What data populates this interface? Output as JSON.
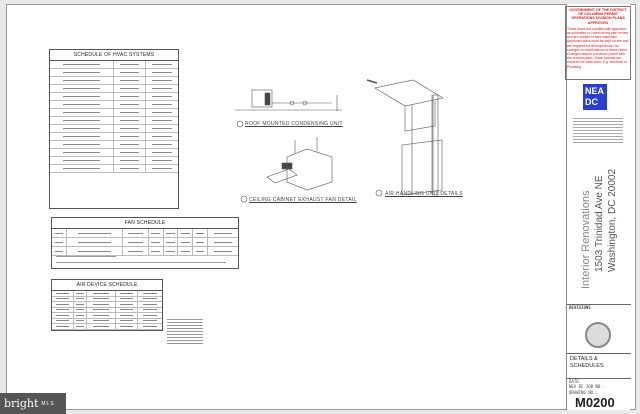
{
  "hvac_schedule": {
    "title": "SCHEDULE OF HVAC SYSTEMS",
    "rows": 14,
    "cols": 3
  },
  "fan_schedule": {
    "title": "FAN SCHEDULE",
    "rows": 2,
    "cols": 8
  },
  "air_device_schedule": {
    "title": "AIR DEVICE SCHEDULE",
    "rows": 6,
    "cols": 5
  },
  "details": {
    "condensing": "ROOF MOUNTED CONDENSING UNIT",
    "exhaust": "CEILING CABINET EXHAUST FAN DETAIL",
    "ahu": "AIR HANDLING UNIT DETAILS"
  },
  "title_block": {
    "approval_header": "GOVERNMENT OF THE DISTRICT OF COLUMBIA PERMIT OPERATIONS DIVISION PLANS APPROVED",
    "approval_text": "These plans are conditionally approved as submitted or noted during plan review and are subject to field inspection. Approved plans must be kept on site and are required for all inspections. No changes or modifications to these plans. Changes require a revision permit with the revised plans. Trade permits are required for trade work, e.g. electrical or Plumbing.",
    "logo": "NEA DC",
    "project_name": "Interior Renovations",
    "address_line1": "1503 Trinidad Ave NE",
    "address_line2": "Washington, DC 20002",
    "revisions_label": "REVISIONS",
    "sheet_title": "DETAILS & SCHEDULES",
    "date_label": "DATE:",
    "job_label": "NEA DC JOB NO.:",
    "drawing_label": "DRAWING NO.:",
    "drawing_no": "M0200"
  },
  "watermark": {
    "brand": "bright",
    "suffix": "MLS"
  },
  "colors": {
    "approval_red": "#d02020",
    "logo_blue": "#2a3fd0"
  }
}
